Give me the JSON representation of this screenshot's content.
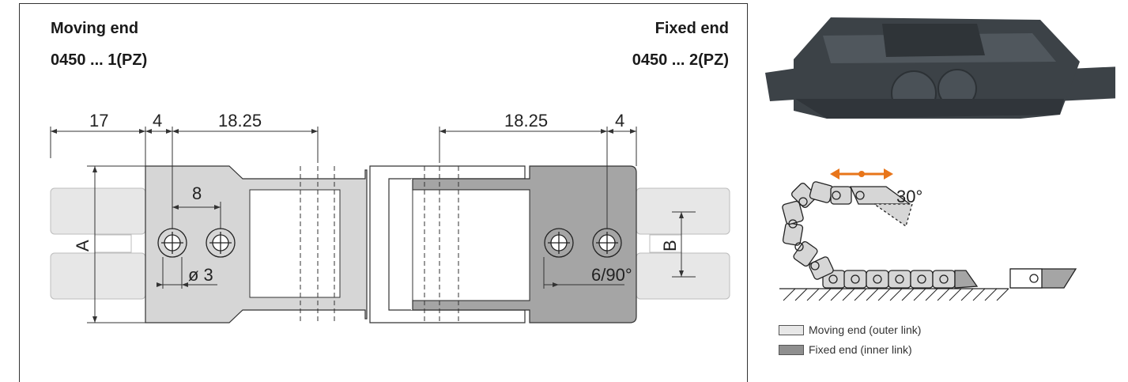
{
  "headings": {
    "moving_title": "Moving end",
    "moving_code": "0450 ... 1(PZ)",
    "fixed_title": "Fixed end",
    "fixed_code": "0450 ... 2(PZ)"
  },
  "dimensions": {
    "d17": "17",
    "d4_left": "4",
    "d18_left": "18.25",
    "d18_right": "18.25",
    "d4_right": "4",
    "d8": "8",
    "dia3": "ø 3",
    "angle_hole": "6/90°",
    "label_a": "A",
    "label_b": "B"
  },
  "schematic": {
    "angle": "30°"
  },
  "legend": {
    "moving": "Moving end (outer link)",
    "fixed": "Fixed end (inner link)"
  },
  "colors": {
    "moving_fill": "#d6d6d6",
    "fixed_fill": "#a5a5a5",
    "ghost_fill": "#e7e7e7",
    "accent_orange": "#e8751a",
    "photo_body": "#3c4247"
  }
}
